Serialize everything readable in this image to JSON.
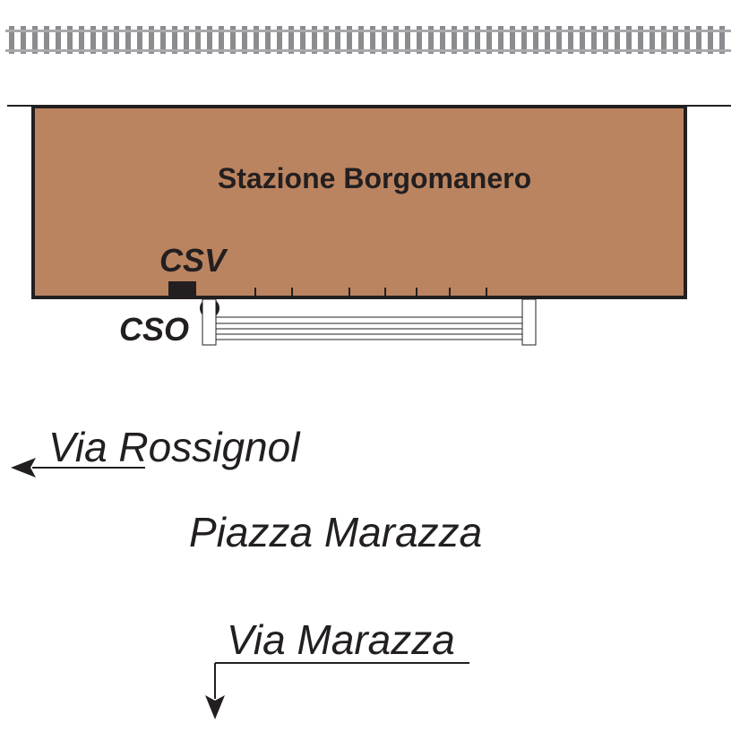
{
  "station": {
    "name": "Stazione Borgomanero",
    "fill_color": "#bb8460"
  },
  "markers": {
    "csv_label": "CSV",
    "cso_label": "CSO"
  },
  "streets": {
    "via_rossignol": "Via Rossignol",
    "piazza": "Piazza Marazza",
    "via_marazza": "Via Marazza"
  },
  "colors": {
    "line": "#231f20",
    "rail": "#a7a9ac",
    "sleeper": "#8a8c8f"
  }
}
